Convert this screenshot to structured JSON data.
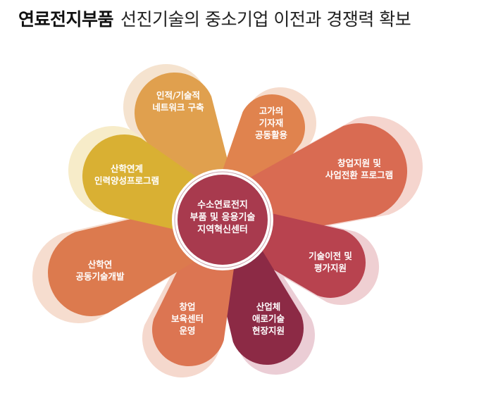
{
  "title": {
    "bold": "연료전지부품",
    "rest": "선진기술의 중소기업 이전과 경쟁력 확보"
  },
  "center": {
    "lines": [
      "수소연료전지",
      "부품 및 응용기술",
      "지역혁신센터"
    ],
    "color": "#a83a4e"
  },
  "petals": [
    {
      "id": "network",
      "lines": [
        "인적/기술적",
        "네트워크 구축"
      ],
      "color": "#e0a04e",
      "shadow": "#f5e3cf"
    },
    {
      "id": "equipment",
      "lines": [
        "고가의",
        "기자재",
        "공동활용"
      ],
      "color": "#e0834e",
      "shadow": "#f6dccd"
    },
    {
      "id": "startup",
      "lines": [
        "창업지원 및",
        "사업전환 프로그램"
      ],
      "color": "#d96b52",
      "shadow": "#f5d5ce"
    },
    {
      "id": "transfer",
      "lines": [
        "기술이전 및",
        "평가지원"
      ],
      "color": "#b8434f",
      "shadow": "#efcfd2"
    },
    {
      "id": "field",
      "lines": [
        "산업체",
        "애로기술",
        "현장지원"
      ],
      "color": "#8c2a45",
      "shadow": "#ebcdd5"
    },
    {
      "id": "incubator",
      "lines": [
        "창업",
        "보육센터",
        "운영"
      ],
      "color": "#dc7552",
      "shadow": "#f5d8cd"
    },
    {
      "id": "joint-rnd",
      "lines": [
        "산학연",
        "공동기술개발"
      ],
      "color": "#dc7a4e",
      "shadow": "#f6ddcf"
    },
    {
      "id": "training",
      "lines": [
        "산학연계",
        "인력양성프로그램"
      ],
      "color": "#d9b033",
      "shadow": "#f7ecc9"
    }
  ]
}
